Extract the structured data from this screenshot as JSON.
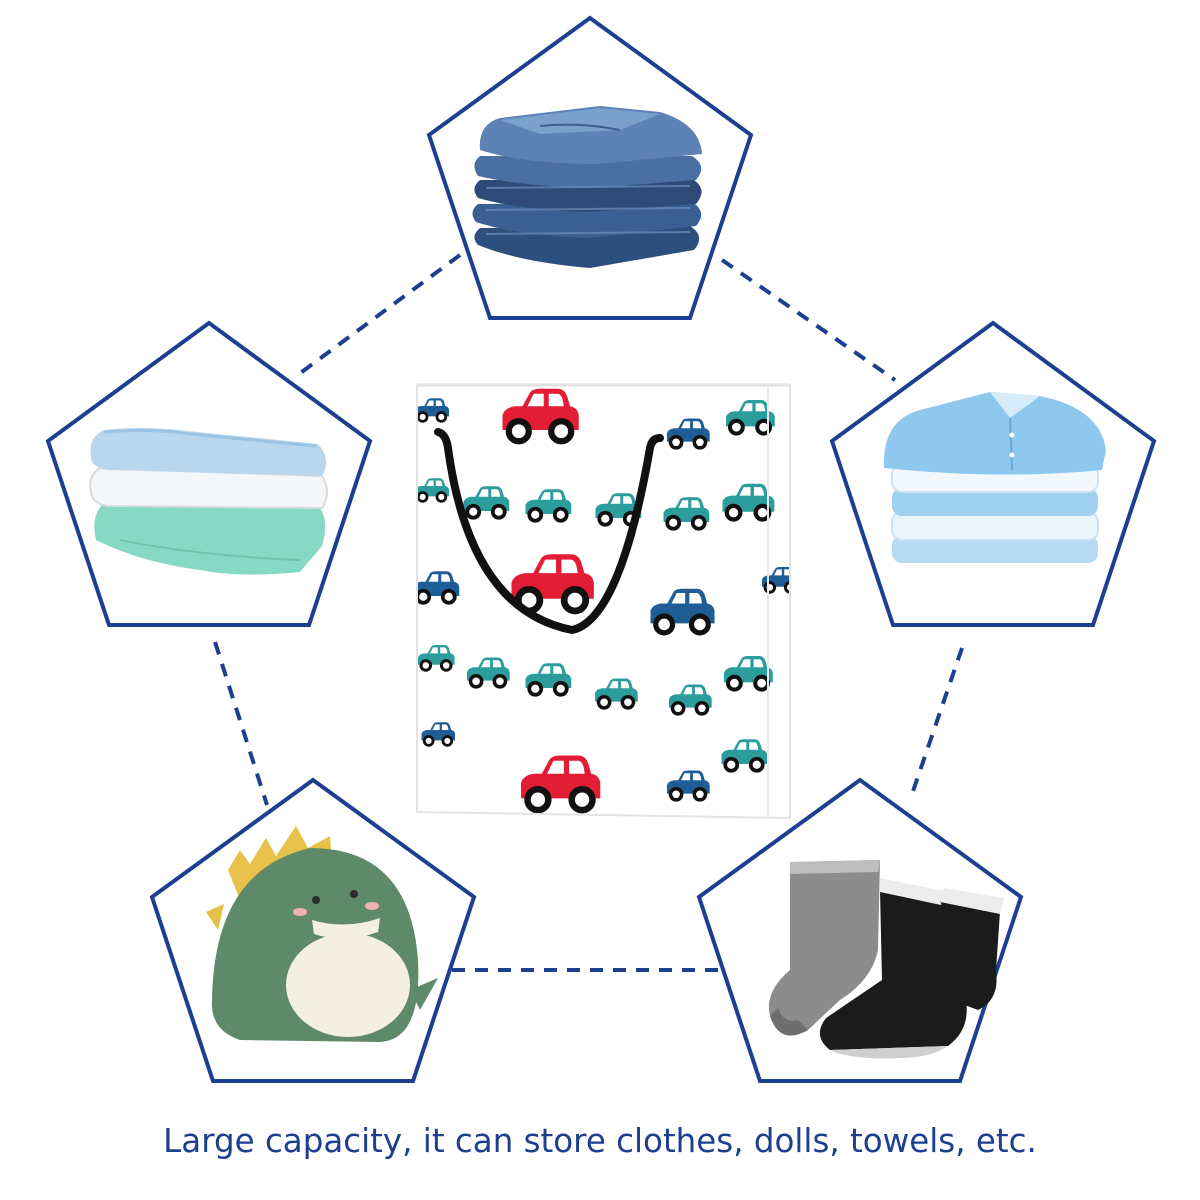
{
  "caption": "Large capacity, it can store clothes, dolls, towels, etc.",
  "colors": {
    "accent_blue": "#1c3f8f",
    "bag_red": "#e21d35",
    "bag_teal": "#2a9d9c",
    "bag_navy": "#1e5d95",
    "denim": "#3f6a9e",
    "shirt_blue": "#8ec8ef",
    "towel_mint": "#86d9c2",
    "dino_green": "#5f8a6a",
    "sock_grey": "#8c8c8c"
  },
  "items": [
    {
      "id": "jeans",
      "icon": "folded-jeans-icon"
    },
    {
      "id": "shirts",
      "icon": "folded-shirts-icon"
    },
    {
      "id": "socks",
      "icon": "socks-icon"
    },
    {
      "id": "dino",
      "icon": "dinosaur-plush-icon"
    },
    {
      "id": "towels",
      "icon": "folded-towels-icon"
    }
  ],
  "center": {
    "icon": "laundry-basket-icon",
    "pattern": "cartoon-cars-pattern"
  }
}
